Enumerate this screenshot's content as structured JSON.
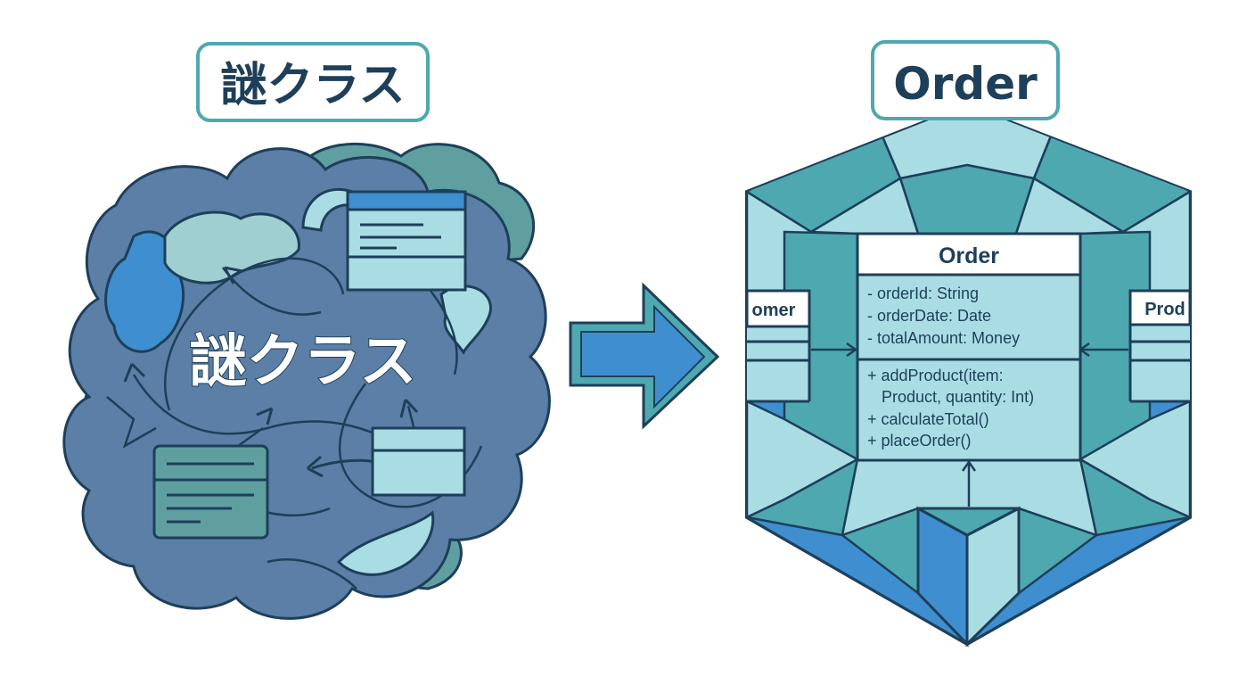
{
  "left_panel": {
    "title": "謎クラス",
    "cloud_label": "謎クラス"
  },
  "arrow": {
    "direction": "right"
  },
  "right_panel": {
    "title": "Order",
    "order_class": {
      "name": "Order",
      "attributes": [
        "- orderId: String",
        "- orderDate: Date",
        "- totalAmount: Money"
      ],
      "methods": [
        "+ addProduct(item:",
        "Product, quantity: Int)",
        "+ calculateTotal()",
        "+ placeOrder()"
      ]
    },
    "left_partial_class": {
      "name": "omer"
    },
    "right_partial_class": {
      "name": "Prod"
    }
  },
  "colors": {
    "dark_navy": "#1e3f5a",
    "teal": "#4ea8b0",
    "blue": "#3f8fd0",
    "light_cyan": "#a9dde3",
    "cloud_slate": "#5b7fa6",
    "cloud_green": "#5f9fa0"
  }
}
